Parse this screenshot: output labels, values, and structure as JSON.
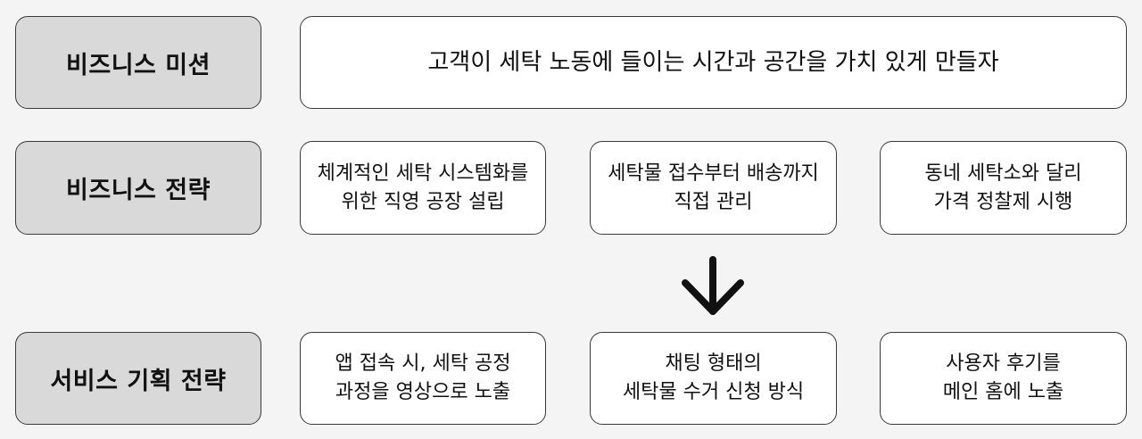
{
  "rows": {
    "mission": {
      "label": "비즈니스 미션",
      "text": "고객이 세탁 노동에 들이는 시간과 공간을 가치 있게 만들자"
    },
    "strategy": {
      "label": "비즈니스 전략",
      "items": [
        {
          "line1": "체계적인 세탁 시스템화를",
          "line2": "위한 직영 공장 설립"
        },
        {
          "line1": "세탁물 접수부터 배송까지",
          "line2": "직접 관리"
        },
        {
          "line1": "동네 세탁소와 달리",
          "line2": "가격 정찰제 시행"
        }
      ]
    },
    "service": {
      "label": "서비스 기획 전략",
      "items": [
        {
          "line1": "앱 접속 시, 세탁 공정",
          "line2": "과정을 영상으로 노출"
        },
        {
          "line1": "채팅 형태의",
          "line2": "세탁물 수거 신청 방식"
        },
        {
          "line1": "사용자 후기를",
          "line2": "메인 홈에 노출"
        }
      ]
    }
  },
  "icons": {
    "flow_arrow": "arrow-down-icon"
  }
}
